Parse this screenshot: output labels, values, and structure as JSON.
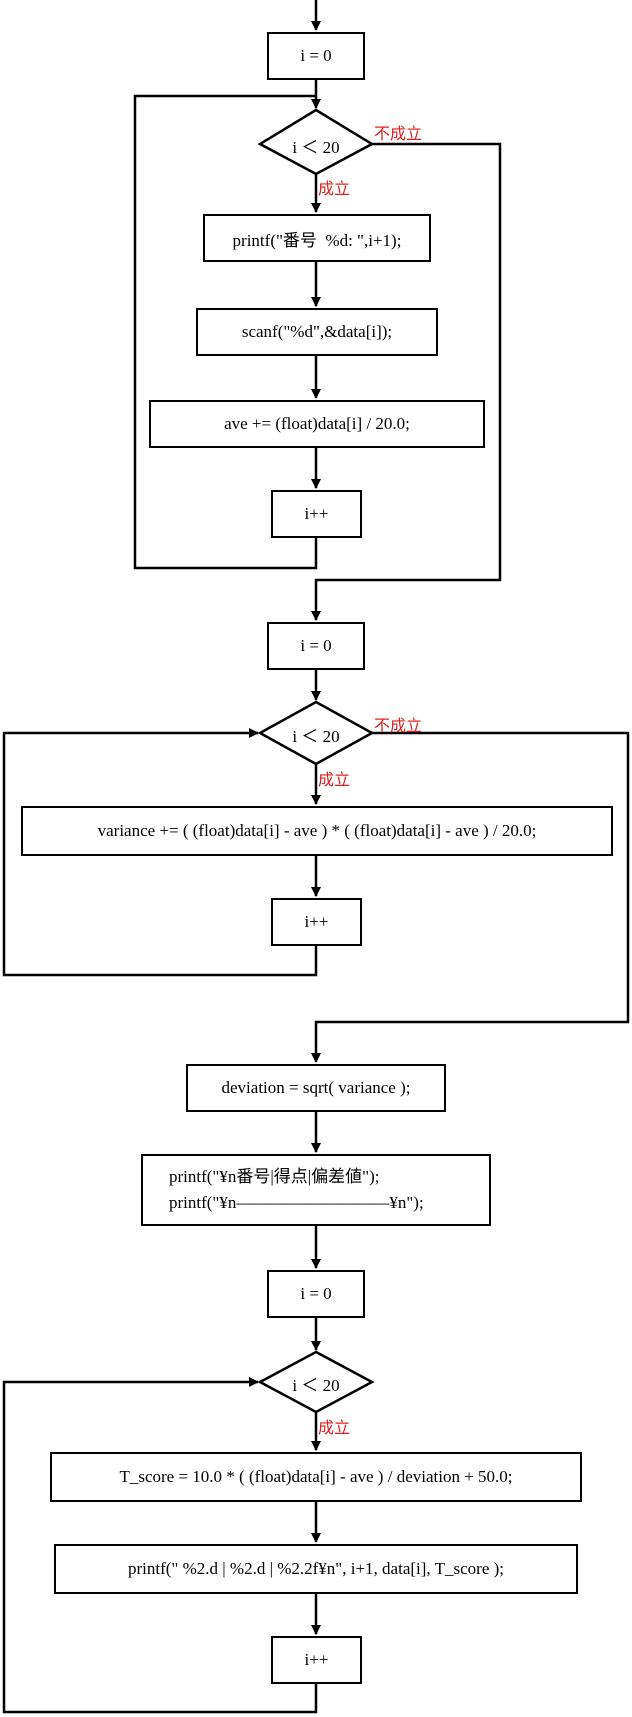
{
  "nodes": {
    "init1": "i = 0",
    "cond1": "i ＜ 20",
    "print_no": "printf(\"番号  %d: \",i+1);",
    "scanf": "scanf(\"%d\",&data[i]);",
    "ave": "ave += (float)data[i] / 20.0;",
    "inc1": "i++",
    "init2": "i = 0",
    "cond2": "i ＜ 20",
    "variance": "variance += ( (float)data[i] - ave ) * ( (float)data[i] - ave ) / 20.0;",
    "inc2": "i++",
    "deviation": "deviation = sqrt( variance );",
    "header_line1": "printf(\"¥n番号|得点|偏差値\");",
    "header_line2": "printf(\"¥n—————————¥n\");",
    "init3": "i = 0",
    "cond3": "i ＜ 20",
    "tscore": "T_score = 10.0 * ( (float)data[i] - ave ) / deviation + 50.0;",
    "print_row": "printf(\" %2.d | %2.d | %2.2f¥n\", i+1, data[i], T_score );",
    "inc3": "i++"
  },
  "labels": {
    "true": "成立",
    "false": "不成立"
  },
  "colors": {
    "line": "#000000",
    "label": "#e02020"
  }
}
